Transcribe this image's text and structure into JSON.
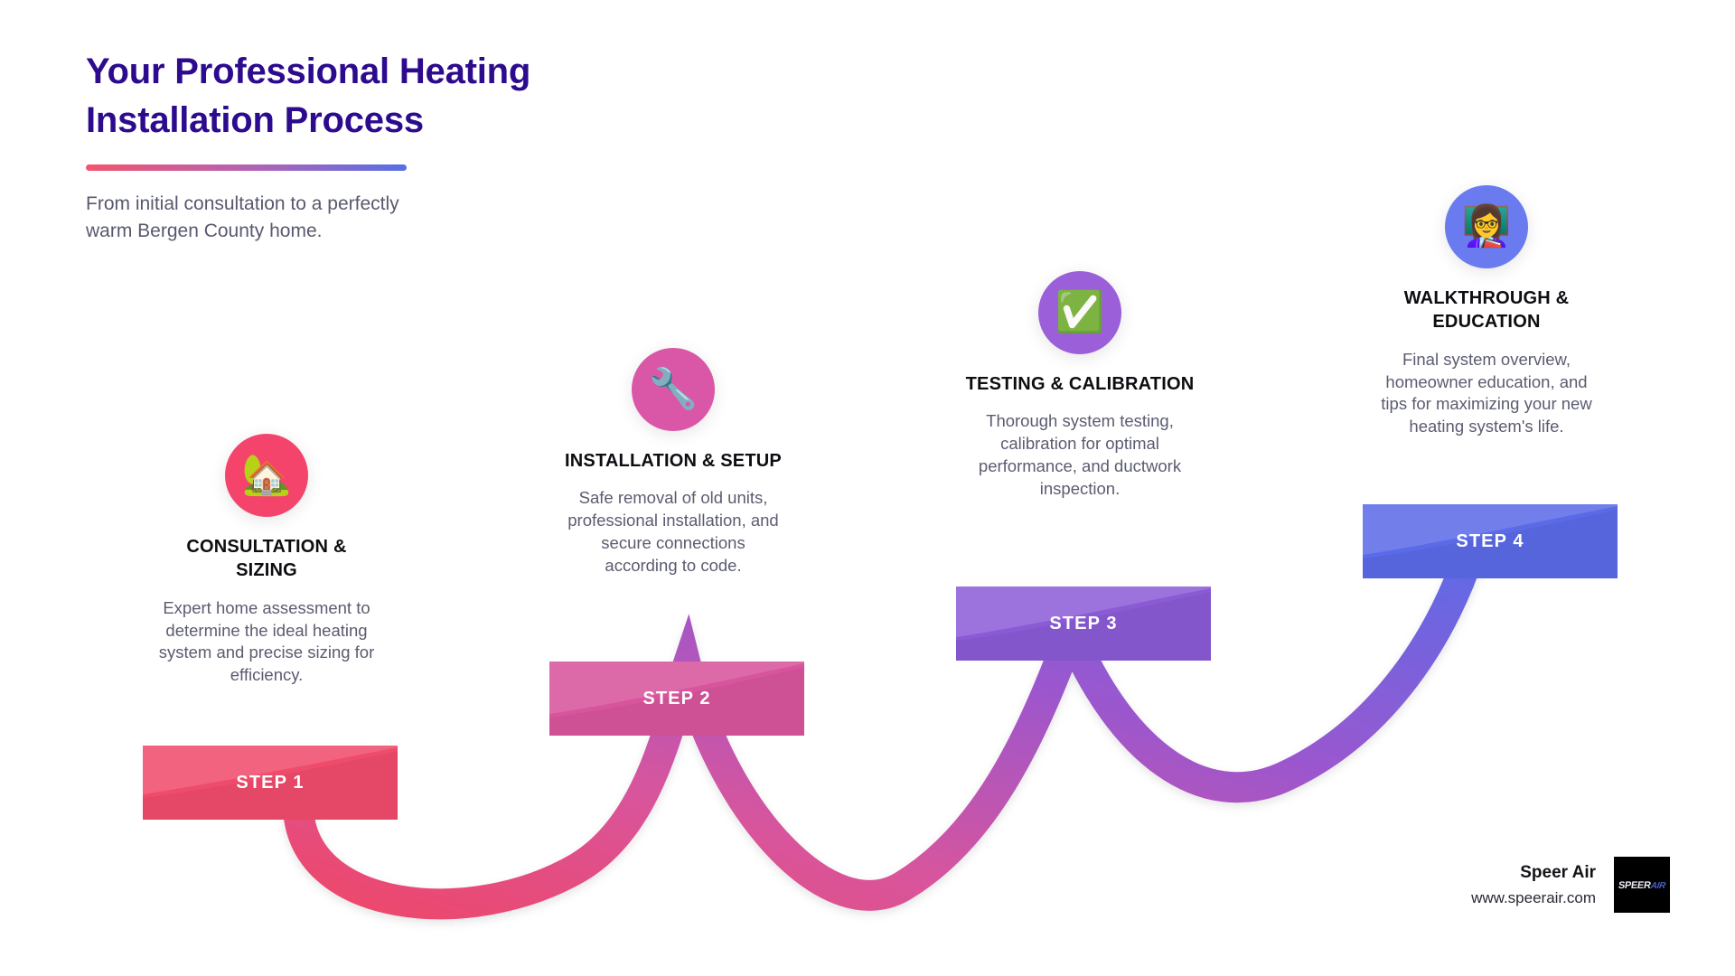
{
  "header": {
    "title": "Your Professional Heating\nInstallation Process",
    "subtitle": "From initial consultation to a perfectly\nwarm Bergen County home."
  },
  "colors": {
    "title": "#2D0B8E",
    "body_text": "#5B5C70",
    "divider_start": "#F2556C",
    "divider_end": "#5670E3",
    "step1": "#EF4C6B",
    "step2": "#D8549C",
    "step3": "#8B5BD6",
    "step4": "#5B6BE8"
  },
  "steps": [
    {
      "icon": "house-with-garden-icon",
      "icon_glyph": "🏡",
      "circle_color": "#F4446C",
      "title": "CONSULTATION &\nSIZING",
      "description": "Expert home assessment to\ndetermine the ideal heating\nsystem and precise sizing for\nefficiency.",
      "banner_label": "STEP 1",
      "banner_color": "#EF4C6B"
    },
    {
      "icon": "wrench-icon",
      "icon_glyph": "🔧",
      "circle_color": "#D957A6",
      "title": "INSTALLATION & SETUP",
      "description": "Safe removal of old units,\nprofessional installation, and\nsecure connections\naccording to code.",
      "banner_label": "STEP 2",
      "banner_color": "#D8549C"
    },
    {
      "icon": "check-mark-button-icon",
      "icon_glyph": "✅",
      "circle_color": "#9B5FD9",
      "title": "TESTING & CALIBRATION",
      "description": "Thorough system testing,\ncalibration for optimal\nperformance, and ductwork\ninspection.",
      "banner_label": "STEP 3",
      "banner_color": "#8B5BD6"
    },
    {
      "icon": "woman-teacher-icon",
      "icon_glyph": "👩‍🏫",
      "circle_color": "#6A7BEF",
      "title": "WALKTHROUGH &\nEDUCATION",
      "description": "Final system overview,\nhomeowner education, and\ntips for maximizing your new\nheating system's life.",
      "banner_label": "STEP 4",
      "banner_color": "#5B6BE8"
    }
  ],
  "footer": {
    "brand_name": "Speer Air",
    "brand_url": "www.speerair.com",
    "logo_text_primary": "SPEER",
    "logo_text_secondary": "AIR"
  }
}
